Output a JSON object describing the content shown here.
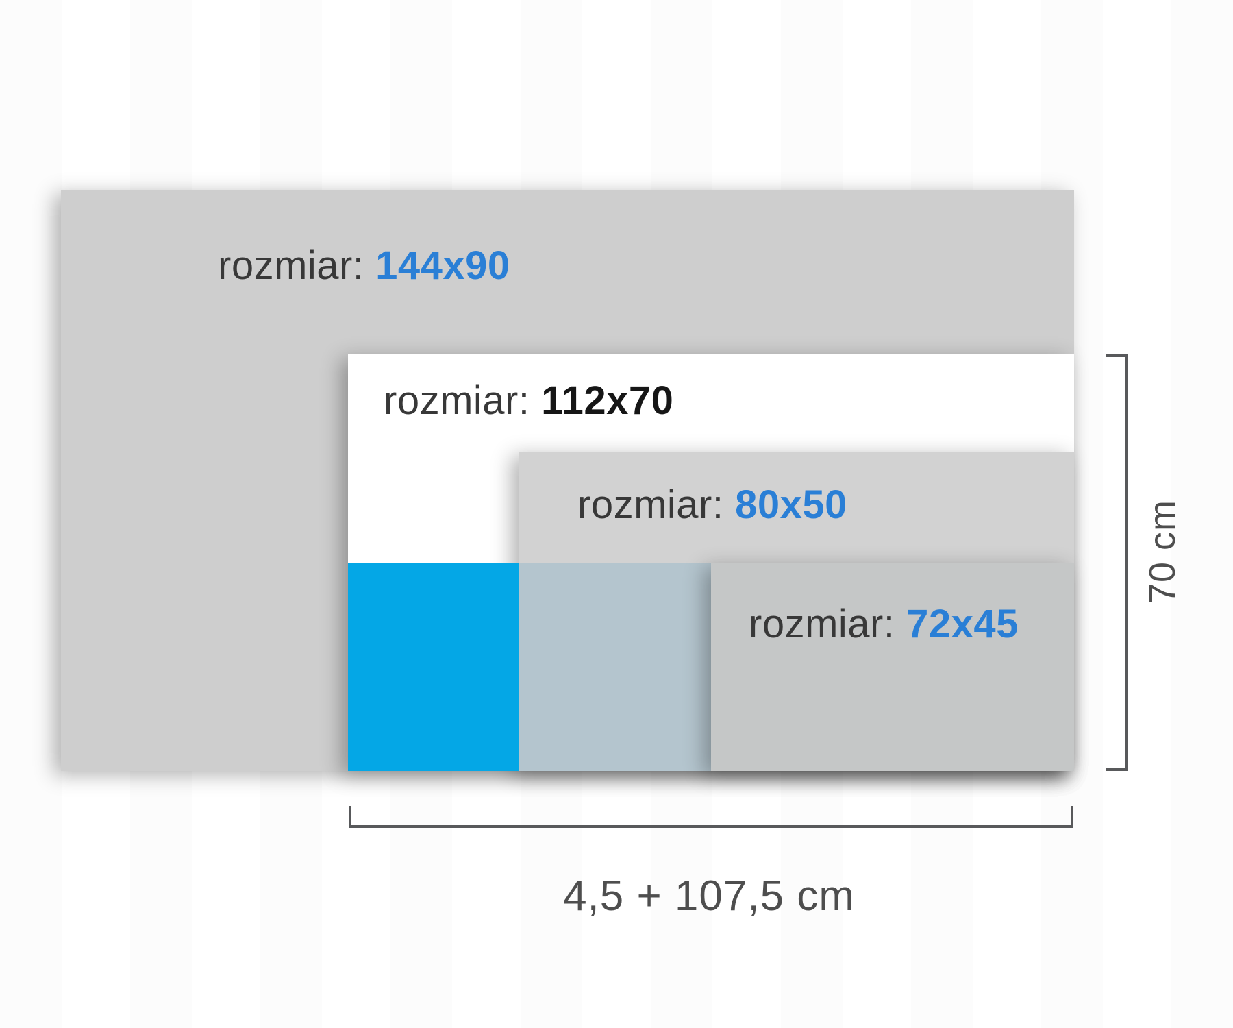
{
  "diagram": {
    "rects": [
      {
        "name": "size-144x90",
        "label_prefix": "rozmiar:",
        "label_size": "144x90",
        "fill": "#cecece",
        "size_text_color": "#2a7fd6"
      },
      {
        "name": "size-112x70",
        "label_prefix": "rozmiar:",
        "label_size": "112x70",
        "fill": "#ffffff",
        "size_text_color": "#161616"
      },
      {
        "name": "size-80x50",
        "label_prefix": "rozmiar:",
        "label_size": "80x50",
        "fill": "#d2d2d2",
        "size_text_color": "#2a7fd6"
      },
      {
        "name": "size-72x45",
        "label_prefix": "rozmiar:",
        "label_size": "72x45",
        "fill": "#c5c7c7",
        "size_text_color": "#2a7fd6"
      }
    ],
    "accent_bands": [
      {
        "name": "cyan-band",
        "fill": "#04a7e6"
      },
      {
        "name": "muted-blue-band",
        "fill": "#b4c5ce"
      }
    ],
    "dimensions": {
      "height_label": "70 cm",
      "width_label": "4,5 + 107,5 cm",
      "line_color": "#58595b"
    },
    "colors": {
      "accent_blue_text": "#2a7fd6",
      "prefix_text": "#383838",
      "dim_text": "#4e4e4e"
    }
  }
}
